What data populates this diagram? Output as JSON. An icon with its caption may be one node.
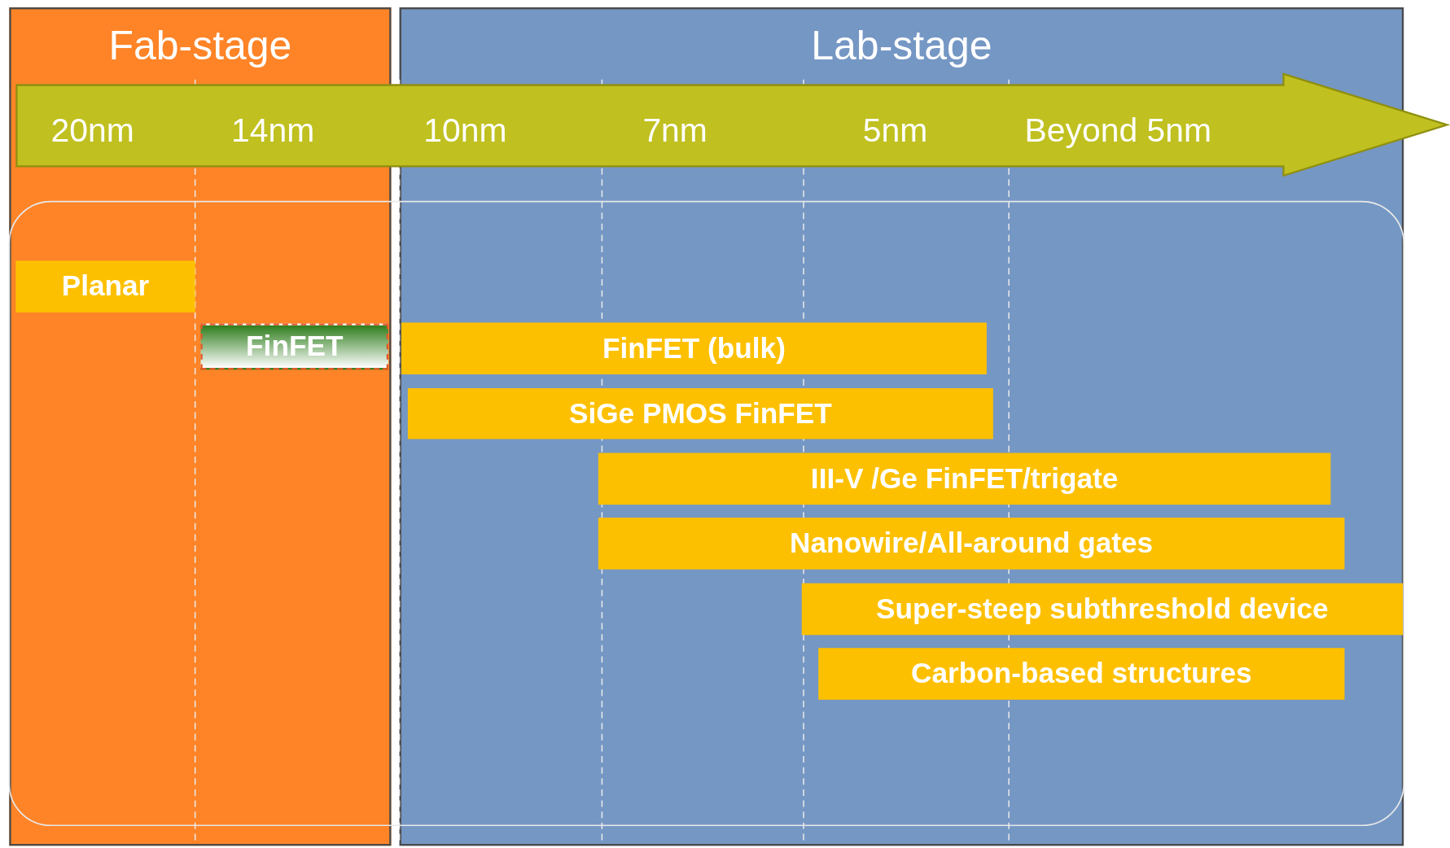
{
  "diagram": {
    "nodes": [
      {
        "text": [
          "Fab-stage"
        ]
      },
      {
        "text": [
          "Lab-stage"
        ]
      },
      {
        "text": [
          "Planar"
        ],
        "in": 0
      },
      {
        "text": [
          "FinFET"
        ],
        "in": 0
      },
      {
        "text": [
          "FinFET (bulk)"
        ],
        "in": 1
      },
      {
        "text": [
          "SiGe PMOS FinFET"
        ],
        "in": 1
      },
      {
        "text": [
          "III-V /Ge FinFET/trigate"
        ],
        "in": 1
      },
      {
        "text": [
          "Nanowire/All-around gates"
        ],
        "in": 1
      },
      {
        "text": [
          "Super-steep subthreshold device"
        ],
        "in": 1
      },
      {
        "text": [
          "Carbon-based structures"
        ],
        "in": 1
      }
    ],
    "labels": [
      "20nm",
      "14nm",
      "10nm",
      "7nm",
      "5nm",
      "Beyond 5nm"
    ]
  }
}
